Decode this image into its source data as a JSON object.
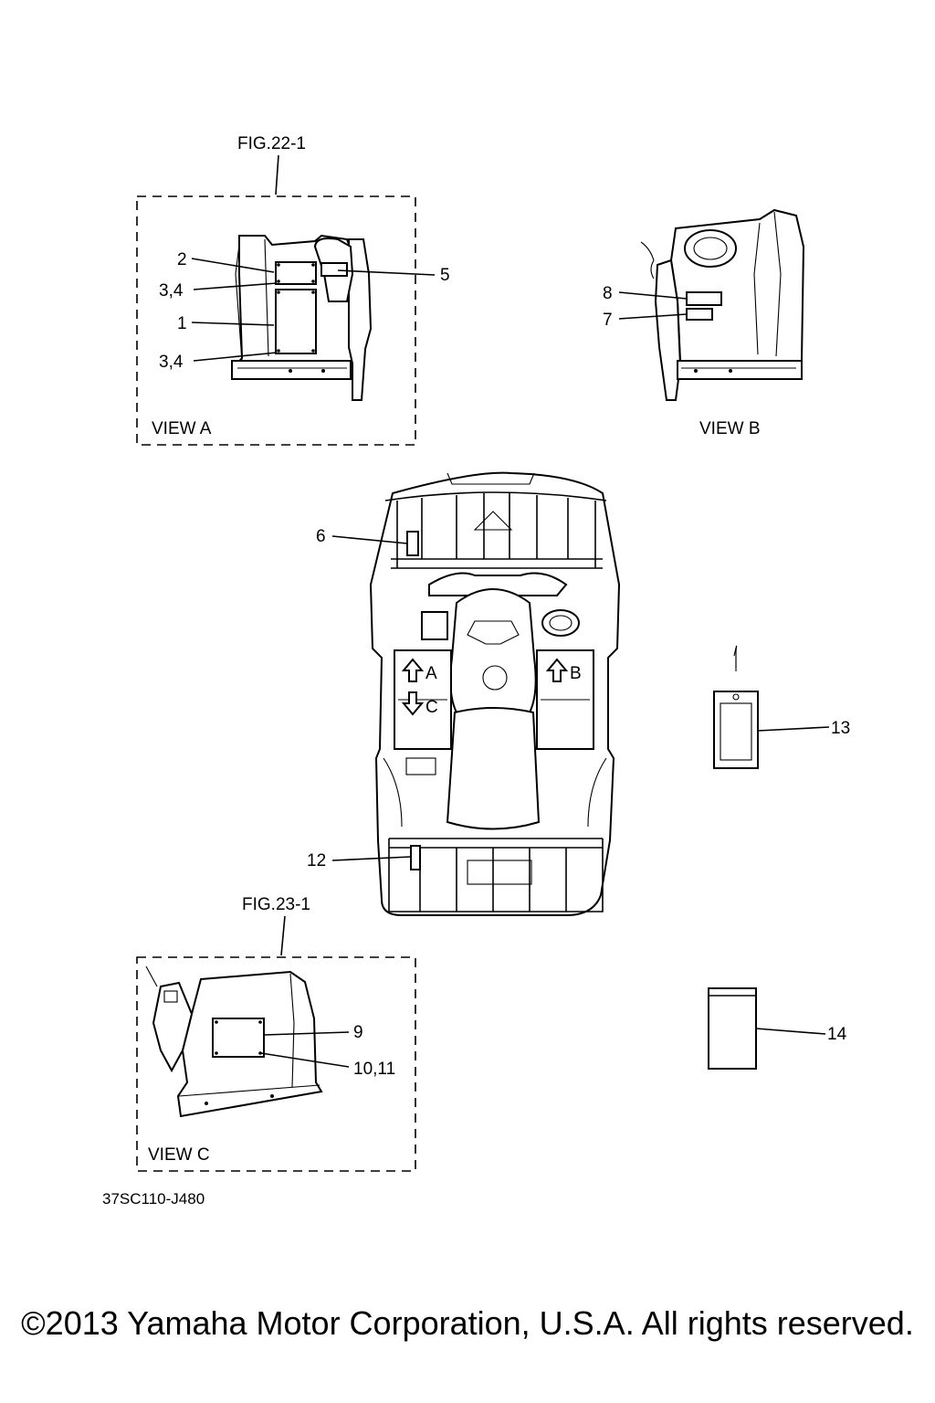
{
  "figures": {
    "fig_a": "FIG.22-1",
    "fig_c": "FIG.23-1"
  },
  "views": {
    "a": "VIEW A",
    "b": "VIEW B",
    "c": "VIEW C"
  },
  "callouts": {
    "p1": "1",
    "p2": "2",
    "p3_4_upper": "3,4",
    "p3_4_lower": "3,4",
    "p5": "5",
    "p6": "6",
    "p7": "7",
    "p8": "8",
    "p9": "9",
    "p10_11": "10,11",
    "p12": "12",
    "p13": "13",
    "p14": "14"
  },
  "arrows": {
    "a": "A",
    "b": "B",
    "c": "C"
  },
  "drawing_code": "37SC110-J480",
  "copyright": "©2013 Yamaha Motor Corporation, U.S.A. All rights reserved."
}
